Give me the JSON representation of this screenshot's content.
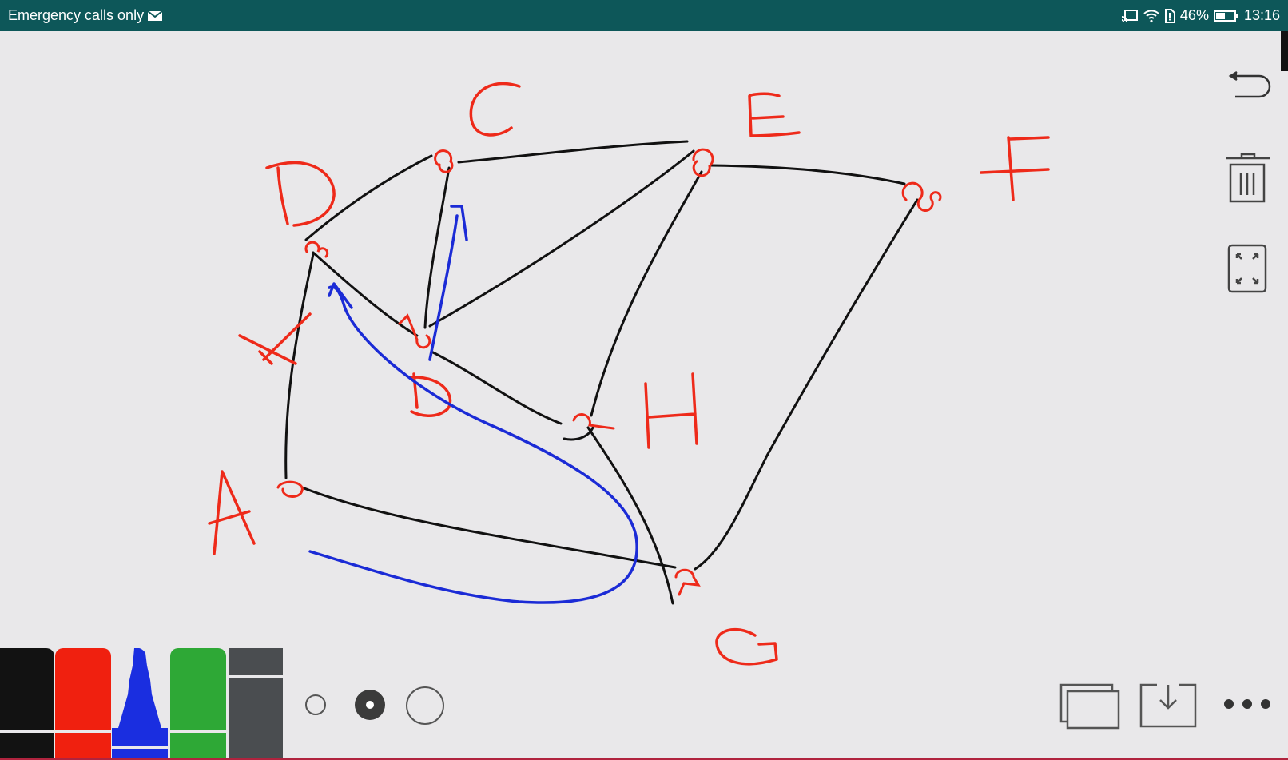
{
  "status_bar": {
    "left_text": "Emergency calls only",
    "battery_percent": "46%",
    "time": "13:16",
    "icons": [
      "mail-icon",
      "cast-icon",
      "wifi-icon",
      "sim-icon",
      "battery-icon"
    ]
  },
  "canvas": {
    "node_labels": [
      "C",
      "E",
      "F",
      "D",
      "H",
      "A",
      "G"
    ],
    "ink_colors": {
      "graph_edges": "#111111",
      "labels": "#ee2a1a",
      "path": "#1b2bd6"
    }
  },
  "right_toolbar": {
    "icons": [
      "undo-icon",
      "trash-icon",
      "fullscreen-icon"
    ]
  },
  "pens": [
    {
      "name": "black-pen",
      "color": "#121212"
    },
    {
      "name": "red-pen",
      "color": "#f0200f"
    },
    {
      "name": "blue-pen",
      "color": "#1a2ee0",
      "selected": true
    },
    {
      "name": "green-pen",
      "color": "#2ea836"
    },
    {
      "name": "eraser",
      "color": "#4a4d50"
    }
  ],
  "stroke_sizes": [
    {
      "name": "small",
      "selected": false
    },
    {
      "name": "medium",
      "selected": true
    },
    {
      "name": "large",
      "selected": false
    }
  ],
  "bottom_actions": {
    "icons": [
      "pages-icon",
      "download-icon",
      "more-icon"
    ]
  },
  "theme": {
    "status_bar_bg": "#0d5759",
    "canvas_bg": "#e9e8ea"
  }
}
